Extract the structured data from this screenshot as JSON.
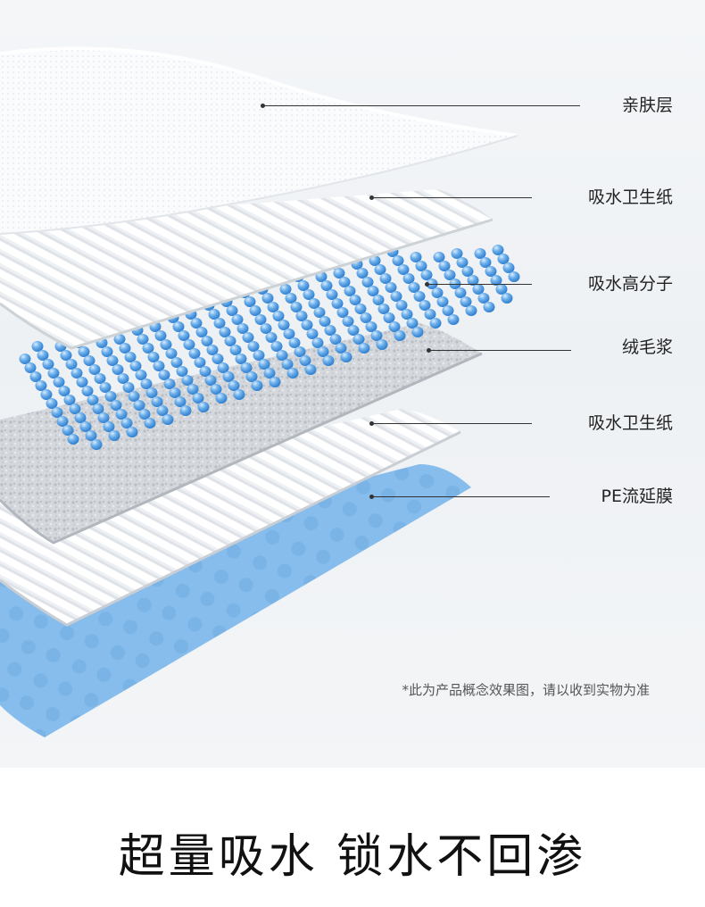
{
  "layers": [
    {
      "label": "亲肤层",
      "key": "skin-layer"
    },
    {
      "label": "吸水卫生纸",
      "key": "tissue-top"
    },
    {
      "label": "吸水高分子",
      "key": "polymer"
    },
    {
      "label": "绒毛浆",
      "key": "fluff-pulp"
    },
    {
      "label": "吸水卫生纸",
      "key": "tissue-bottom"
    },
    {
      "label": "PE流延膜",
      "key": "pe-film"
    }
  ],
  "disclaimer": "*此为产品概念效果图，请以收到实物为准",
  "slogan": "超量吸水 锁水不回渗",
  "colors": {
    "film_blue": "#7fb6e8",
    "bead_blue": "#4f9ce0",
    "pulp_gray": "#c9cdd2",
    "text": "#222222"
  }
}
